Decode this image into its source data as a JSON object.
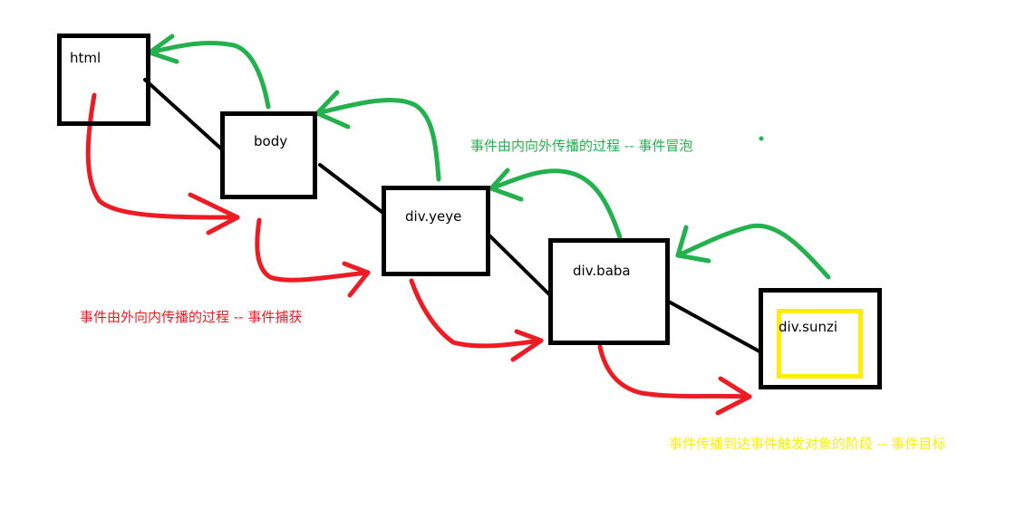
{
  "nodes": {
    "html": "html",
    "body": "body",
    "yeye": "div.yeye",
    "baba": "div.baba",
    "sunzi": "div.sunzi"
  },
  "captions": {
    "bubbling": "事件由内向外传播的过程 -- 事件冒泡",
    "capturing": "事件由外向内传播的过程 -- 事件捕获",
    "target": "事件传播到达事件触发对象的阶段 -- 事件目标"
  },
  "colors": {
    "bubbling": "#22b14c",
    "capturing": "#ed1c24",
    "target": "#ffee00",
    "node_border": "#000000",
    "connector": "#000000"
  }
}
